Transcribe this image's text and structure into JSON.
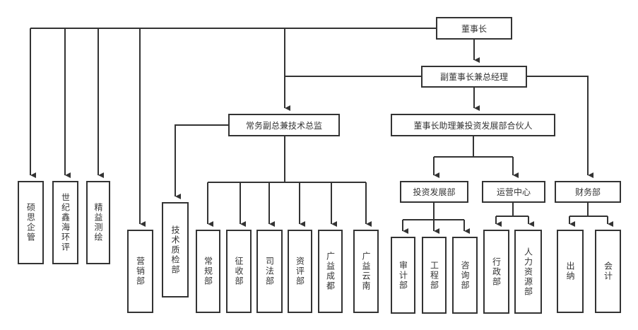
{
  "diagram": {
    "type": "org-chart",
    "root": "董事长",
    "nodes": {
      "chairman": "董事长",
      "vice_chairman_gm": "副董事长兼总经理",
      "exec_vp_cto": "常务副总兼技术总监",
      "assistant_partner": "董事长助理兼投资发展部合伙人",
      "shuosi": "硕思企管",
      "shijixinhai": "世纪鑫海环评",
      "jingyi": "精益测绘",
      "marketing": "营销部",
      "tech_qc": "技术质检部",
      "regular": "常规部",
      "levy": "征收部",
      "judicial": "司法部",
      "appraisal": "资评部",
      "guangyi_chengdu": "广益成都",
      "guangyi_yunnan": "广益云南",
      "invest_dev": "投资发展部",
      "operations": "运营中心",
      "finance": "财务部",
      "audit": "审计部",
      "engineering": "工程部",
      "consulting": "咨询部",
      "admin": "行政部",
      "hr": "人力资源部",
      "cashier": "出纳",
      "accounting": "会计"
    },
    "edges": [
      [
        "chairman",
        "vice_chairman_gm"
      ],
      [
        "chairman",
        "shuosi"
      ],
      [
        "chairman",
        "shijixinhai"
      ],
      [
        "chairman",
        "jingyi"
      ],
      [
        "chairman",
        "marketing"
      ],
      [
        "chairman",
        "exec_vp_cto"
      ],
      [
        "vice_chairman_gm",
        "assistant_partner"
      ],
      [
        "vice_chairman_gm",
        "finance"
      ],
      [
        "exec_vp_cto",
        "tech_qc"
      ],
      [
        "exec_vp_cto",
        "regular"
      ],
      [
        "exec_vp_cto",
        "levy"
      ],
      [
        "exec_vp_cto",
        "judicial"
      ],
      [
        "exec_vp_cto",
        "appraisal"
      ],
      [
        "exec_vp_cto",
        "guangyi_chengdu"
      ],
      [
        "exec_vp_cto",
        "guangyi_yunnan"
      ],
      [
        "assistant_partner",
        "invest_dev"
      ],
      [
        "assistant_partner",
        "operations"
      ],
      [
        "invest_dev",
        "audit"
      ],
      [
        "invest_dev",
        "engineering"
      ],
      [
        "invest_dev",
        "consulting"
      ],
      [
        "operations",
        "admin"
      ],
      [
        "operations",
        "hr"
      ],
      [
        "finance",
        "cashier"
      ],
      [
        "finance",
        "accounting"
      ]
    ]
  }
}
